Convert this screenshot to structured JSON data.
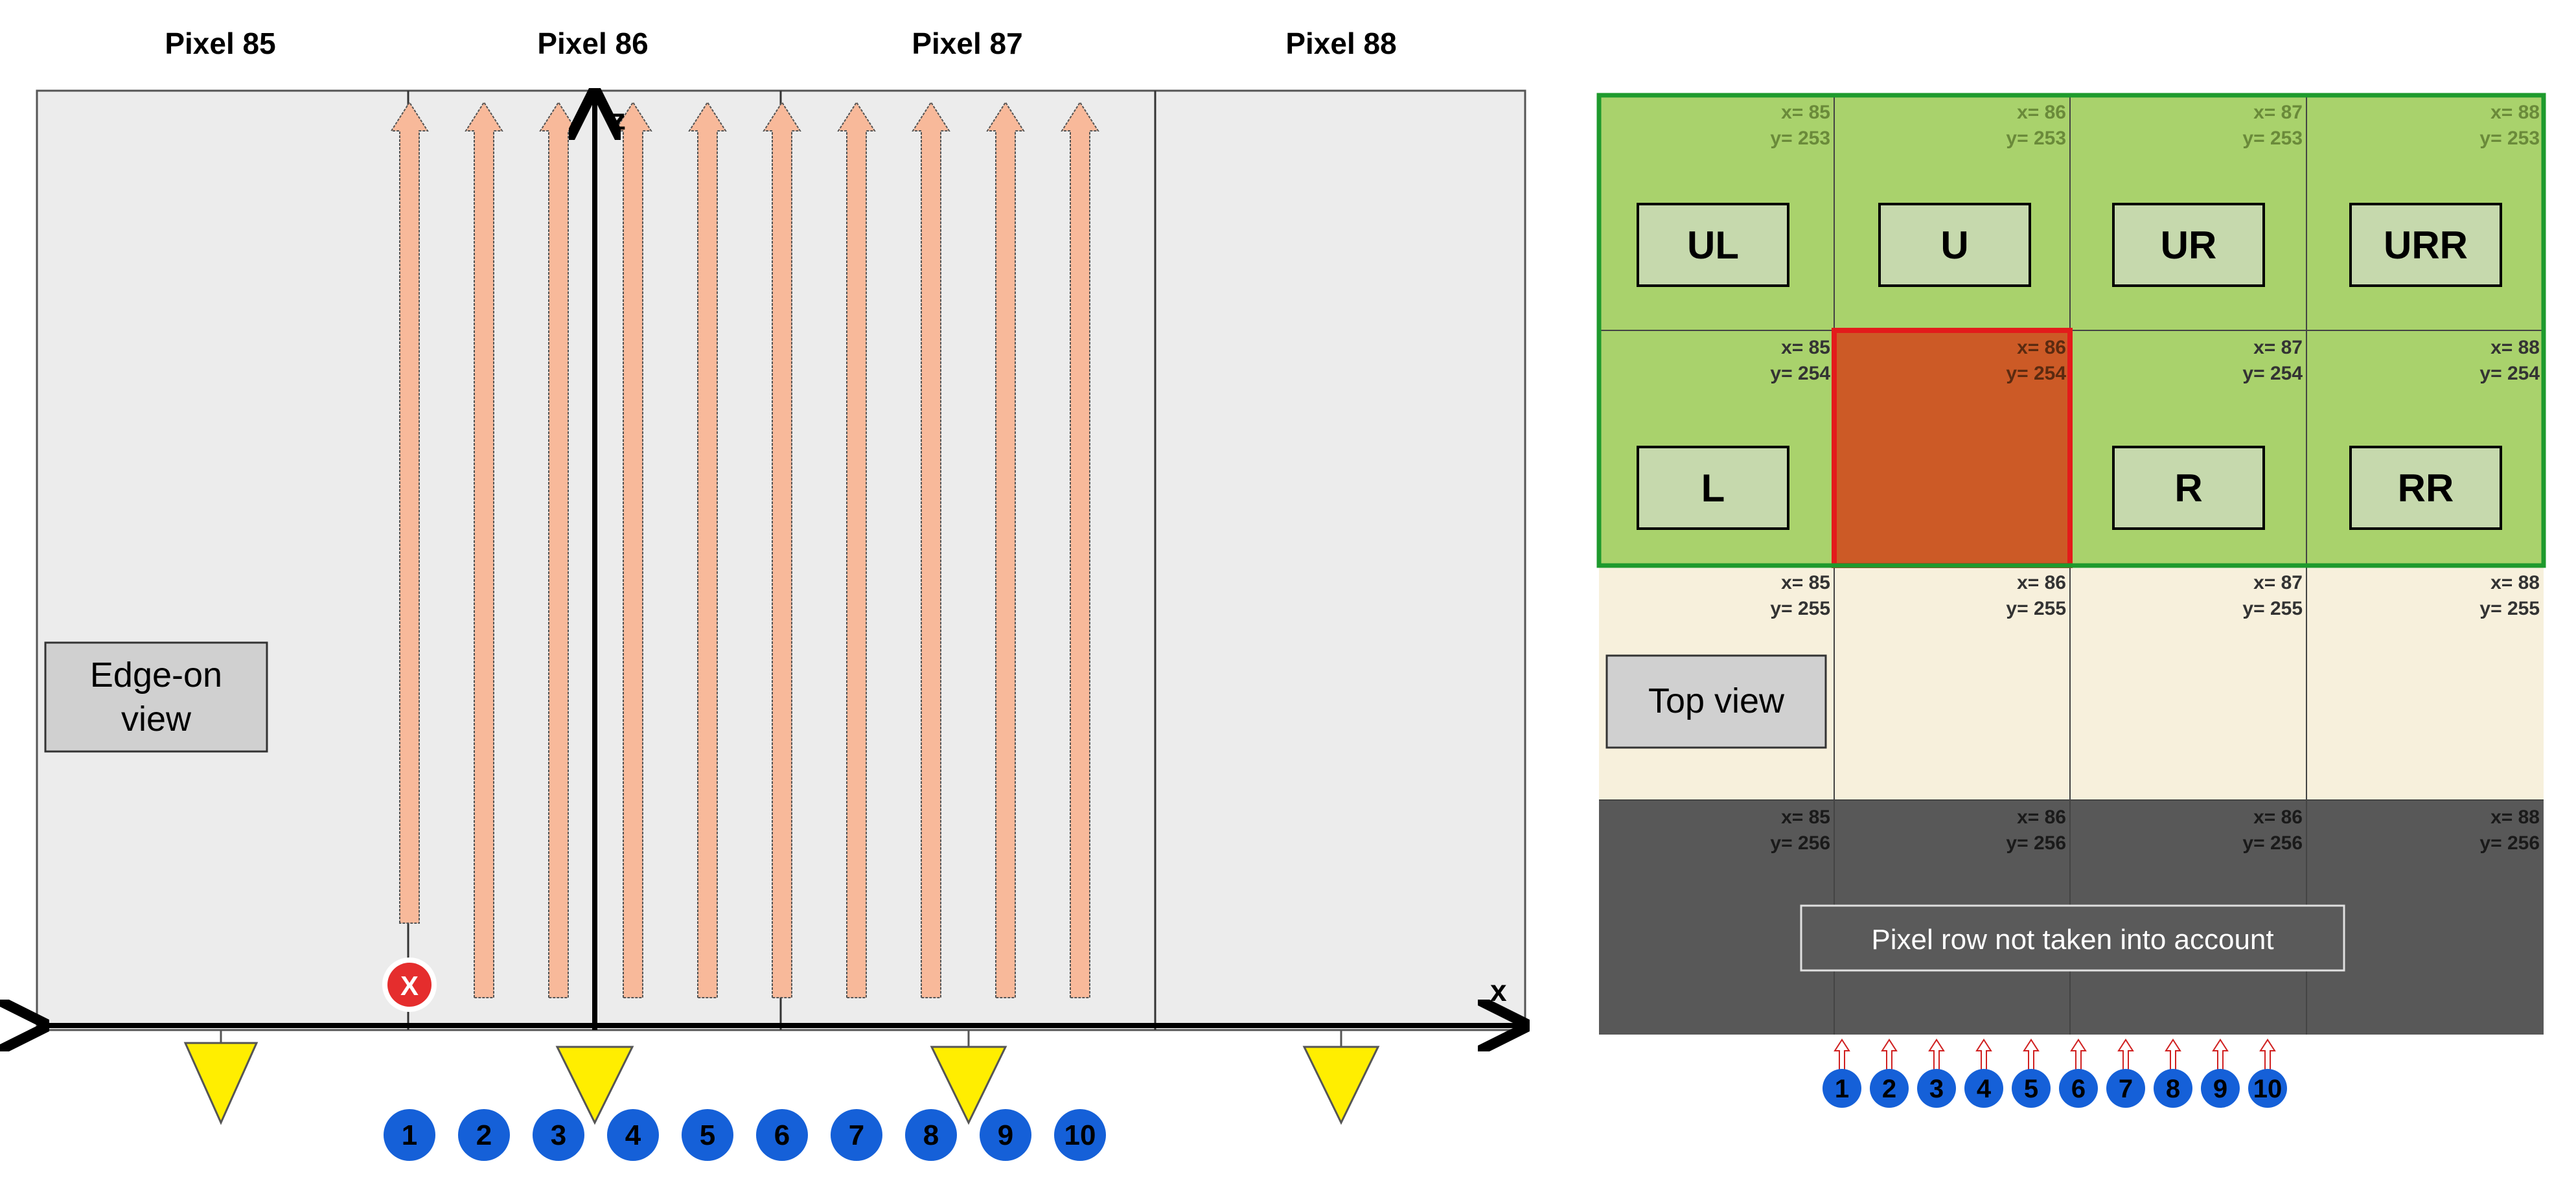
{
  "edge_view": {
    "pixel_headers": [
      "Pixel 85",
      "Pixel 86",
      "Pixel 87",
      "Pixel 88"
    ],
    "view_label_line1": "Edge-on",
    "view_label_line2": "view",
    "axis_x_label": "x",
    "axis_z_label": "z",
    "rejected_marker": "X",
    "ray_numbers": [
      "1",
      "2",
      "3",
      "4",
      "5",
      "6",
      "7",
      "8",
      "9",
      "10"
    ]
  },
  "top_view": {
    "view_label": "Top view",
    "note": "Pixel row not taken into account",
    "cells": [
      {
        "x": "x= 85",
        "y": "y= 253"
      },
      {
        "x": "x= 86",
        "y": "y= 253"
      },
      {
        "x": "x= 87",
        "y": "y= 253"
      },
      {
        "x": "x= 88",
        "y": "y= 253"
      },
      {
        "x": "x= 85",
        "y": "y= 254"
      },
      {
        "x": "x= 86",
        "y": "y= 254"
      },
      {
        "x": "x= 87",
        "y": "y= 254"
      },
      {
        "x": "x= 88",
        "y": "y= 254"
      },
      {
        "x": "x= 85",
        "y": "y= 255"
      },
      {
        "x": "x= 86",
        "y": "y= 255"
      },
      {
        "x": "x= 87",
        "y": "y= 255"
      },
      {
        "x": "x= 88",
        "y": "y= 255"
      },
      {
        "x": "x= 85",
        "y": "y= 256"
      },
      {
        "x": "x= 86",
        "y": "y= 256"
      },
      {
        "x": "x= 86",
        "y": "y= 256"
      },
      {
        "x": "x= 88",
        "y": "y= 256"
      }
    ],
    "neighbor_labels": [
      "UL",
      "U",
      "UR",
      "URR",
      "L",
      "R",
      "RR"
    ],
    "ray_numbers": [
      "1",
      "2",
      "3",
      "4",
      "5",
      "6",
      "7",
      "8",
      "9",
      "10"
    ]
  },
  "colors": {
    "panel_bg": "#ececec",
    "ray_fill": "#f8b99a",
    "badge_blue": "#1560d8",
    "marker_red": "#e52d2d",
    "detector_yellow": "#ffee00",
    "neighbor_green": "#a9d26c",
    "center_pixel": "#cc5a26",
    "outside_beige": "#f7f0dc",
    "ignored_row": "#585858"
  }
}
